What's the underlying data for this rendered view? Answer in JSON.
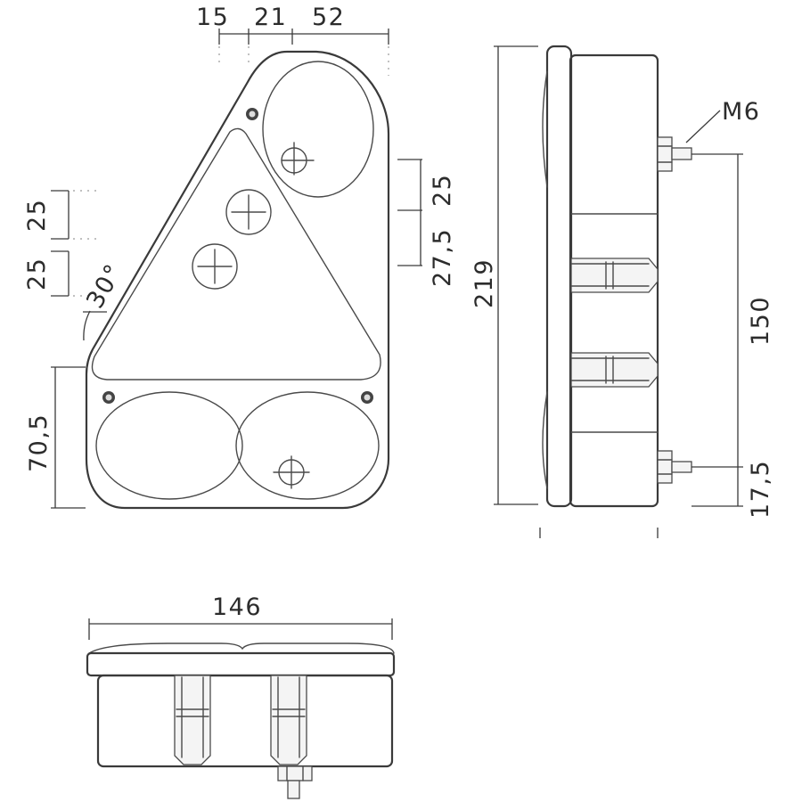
{
  "labels": {
    "w15": "15",
    "w21": "21",
    "w52": "52",
    "h25a": "25",
    "h25b": "25",
    "angle": "30°",
    "h70_5": "70,5",
    "r25": "25",
    "r27_5": "27,5",
    "h219": "219",
    "thread": "M6",
    "h150": "150",
    "h17_5": "17,5",
    "w146": "146"
  }
}
